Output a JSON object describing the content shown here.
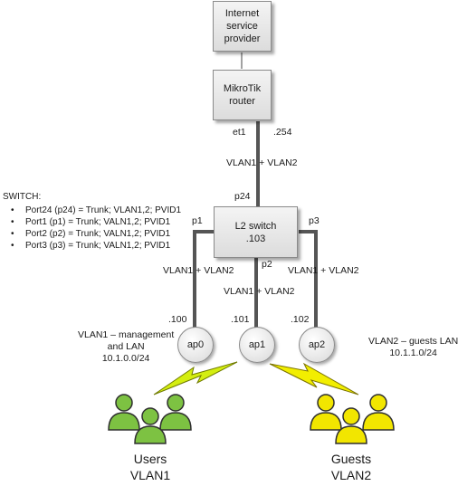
{
  "nodes": {
    "isp": "Internet service provider",
    "router": "MikroTik router",
    "switch_name": "L2 switch",
    "switch_ip": ".103",
    "ap0": "ap0",
    "ap1": "ap1",
    "ap2": "ap2"
  },
  "ports": {
    "et1": "et1",
    "router_ip": ".254",
    "p24": "p24",
    "p1": "p1",
    "p2": "p2",
    "p3": "p3"
  },
  "links": {
    "router_switch": "VLAN1 + VLAN2",
    "p1_ap0": "VLAN1 + VLAN2",
    "p2_ap1": "VLAN1 + VLAN2",
    "p3_ap2": "VLAN1 + VLAN2"
  },
  "ap_ips": {
    "ap0": ".100",
    "ap1": ".101",
    "ap2": ".102"
  },
  "switch_config": {
    "title": "SWITCH:",
    "items": [
      "Port24 (p24) = Trunk; VLAN1,2; PVID1",
      "Port1 (p1) = Trunk; VALN1,2; PVID1",
      "Port2 (p2) = Trunk; VALN1,2; PVID1",
      "Port3 (p3) = Trunk; VALN1,2; PVID1"
    ]
  },
  "vlan1_note": {
    "line1": "VLAN1 – management",
    "line2": "and LAN",
    "line3": "10.1.0.0/24"
  },
  "vlan2_note": {
    "line1": "VLAN2 – guests LAN",
    "line2": "10.1.1.0/24"
  },
  "groups": {
    "users": {
      "name": "Users",
      "vlan": "VLAN1",
      "color": "#7dc242"
    },
    "guests": {
      "name": "Guests",
      "vlan": "VLAN2",
      "color": "#f2e600"
    }
  },
  "colors": {
    "link": "#555555",
    "lightning_left": "#c8e600",
    "lightning_right": "#f2ee00"
  }
}
